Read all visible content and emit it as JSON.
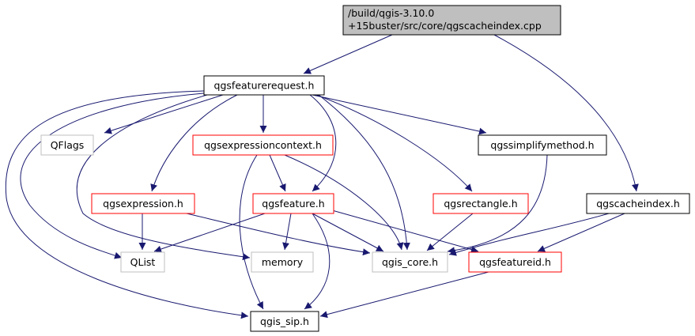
{
  "colors": {
    "edge": "#191970",
    "black": "#000000",
    "red": "#ff0000",
    "gray": "#bfbfbf",
    "root_fill": "#bfbfbf",
    "text": "#000000"
  },
  "nodes": [
    {
      "id": "root",
      "lines": [
        "/build/qgis-3.10.0",
        "+15buster/src/core/qgscacheindex.cpp"
      ],
      "style": "root"
    },
    {
      "id": "qgsfeaturerequest",
      "lines": [
        "qgsfeaturerequest.h"
      ],
      "style": "black"
    },
    {
      "id": "qflags",
      "lines": [
        "QFlags"
      ],
      "style": "gray"
    },
    {
      "id": "qgsexpressioncontext",
      "lines": [
        "qgsexpressioncontext.h"
      ],
      "style": "red"
    },
    {
      "id": "qgssimplifymethod",
      "lines": [
        "qgssimplifymethod.h"
      ],
      "style": "black"
    },
    {
      "id": "qgsexpression",
      "lines": [
        "qgsexpression.h"
      ],
      "style": "red"
    },
    {
      "id": "qgsfeature",
      "lines": [
        "qgsfeature.h"
      ],
      "style": "red"
    },
    {
      "id": "qgsrectangle",
      "lines": [
        "qgsrectangle.h"
      ],
      "style": "red"
    },
    {
      "id": "qgscacheindex",
      "lines": [
        "qgscacheindex.h"
      ],
      "style": "black"
    },
    {
      "id": "qlist",
      "lines": [
        "QList"
      ],
      "style": "gray"
    },
    {
      "id": "memory",
      "lines": [
        "memory"
      ],
      "style": "gray"
    },
    {
      "id": "qgis_core",
      "lines": [
        "qgis_core.h"
      ],
      "style": "gray"
    },
    {
      "id": "qgsfeatureid",
      "lines": [
        "qgsfeatureid.h"
      ],
      "style": "red"
    },
    {
      "id": "qgis_sip",
      "lines": [
        "qgis_sip.h"
      ],
      "style": "black"
    }
  ],
  "edges": [
    {
      "from": "root",
      "to": "qgsfeaturerequest"
    },
    {
      "from": "root",
      "to": "qgscacheindex"
    },
    {
      "from": "qgsfeaturerequest",
      "to": "qflags"
    },
    {
      "from": "qgsfeaturerequest",
      "to": "qgsexpressioncontext"
    },
    {
      "from": "qgsfeaturerequest",
      "to": "qgssimplifymethod"
    },
    {
      "from": "qgsfeaturerequest",
      "to": "qgsexpression"
    },
    {
      "from": "qgsfeaturerequest",
      "to": "qgsfeature"
    },
    {
      "from": "qgsfeaturerequest",
      "to": "qgsrectangle"
    },
    {
      "from": "qgsfeaturerequest",
      "to": "qlist"
    },
    {
      "from": "qgsfeaturerequest",
      "to": "memory"
    },
    {
      "from": "qgsfeaturerequest",
      "to": "qgis_core"
    },
    {
      "from": "qgsfeaturerequest",
      "to": "qgis_sip"
    },
    {
      "from": "qgsexpressioncontext",
      "to": "qgsfeature"
    },
    {
      "from": "qgsexpressioncontext",
      "to": "qgis_core"
    },
    {
      "from": "qgsexpressioncontext",
      "to": "qgis_sip"
    },
    {
      "from": "qgssimplifymethod",
      "to": "qgis_core"
    },
    {
      "from": "qgsexpression",
      "to": "qlist"
    },
    {
      "from": "qgsexpression",
      "to": "qgis_core"
    },
    {
      "from": "qgsfeature",
      "to": "qlist"
    },
    {
      "from": "qgsfeature",
      "to": "memory"
    },
    {
      "from": "qgsfeature",
      "to": "qgis_core"
    },
    {
      "from": "qgsfeature",
      "to": "qgsfeatureid"
    },
    {
      "from": "qgsfeature",
      "to": "qgis_sip"
    },
    {
      "from": "qgsrectangle",
      "to": "qgis_core"
    },
    {
      "from": "qgscacheindex",
      "to": "qgis_core"
    },
    {
      "from": "qgscacheindex",
      "to": "qgsfeatureid"
    },
    {
      "from": "qgsfeatureid",
      "to": "qgis_sip"
    }
  ]
}
